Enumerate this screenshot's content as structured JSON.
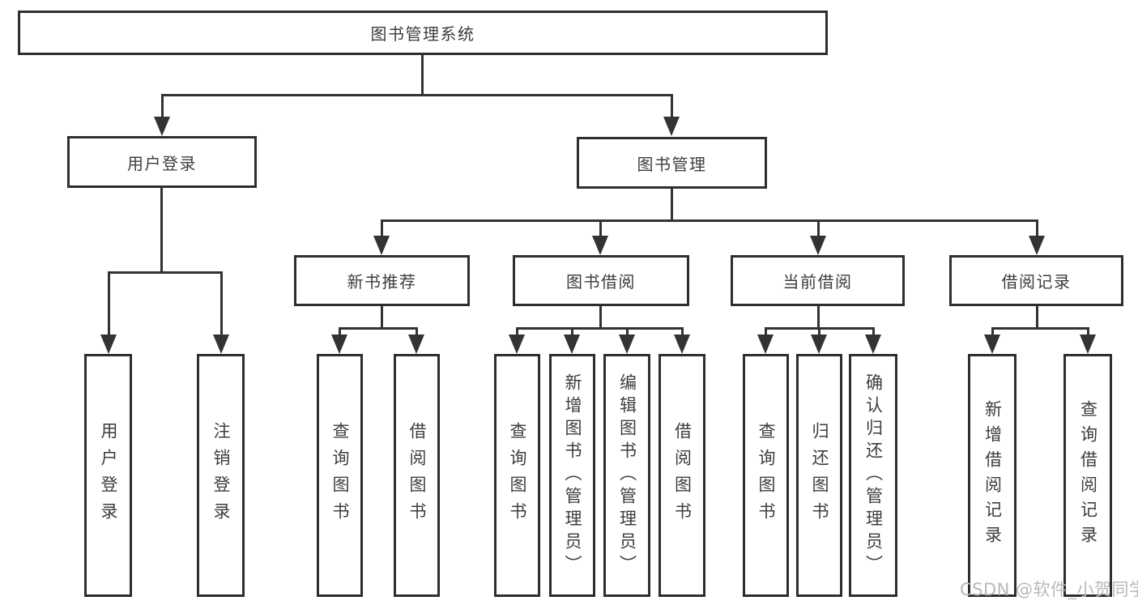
{
  "diagram": {
    "root": {
      "label": "图书管理系统"
    },
    "level2": [
      {
        "label": "用户登录",
        "children": [
          {
            "label": "用户登录"
          },
          {
            "label": "注销登录"
          }
        ]
      },
      {
        "label": "图书管理",
        "children": [
          {
            "label": "新书推荐",
            "children": [
              {
                "label": "查询图书"
              },
              {
                "label": "借阅图书"
              }
            ]
          },
          {
            "label": "图书借阅",
            "children": [
              {
                "label": "查询图书"
              },
              {
                "label": "新增图书（管理员）"
              },
              {
                "label": "编辑图书（管理员）"
              },
              {
                "label": "借阅图书"
              }
            ]
          },
          {
            "label": "当前借阅",
            "children": [
              {
                "label": "查询图书"
              },
              {
                "label": "归还图书"
              },
              {
                "label": "确认归还（管理员）"
              }
            ]
          },
          {
            "label": "借阅记录",
            "children": [
              {
                "label": "新增借阅记录"
              },
              {
                "label": "查询借阅记录"
              }
            ]
          }
        ]
      }
    ]
  },
  "watermark": {
    "text": "CSDN @软件_小贺同学",
    "color": "#b9b9b9"
  },
  "colors": {
    "line": "#333333",
    "border": "#2e2e2e",
    "text": "#3d3d3d",
    "background": "#ffffff"
  }
}
